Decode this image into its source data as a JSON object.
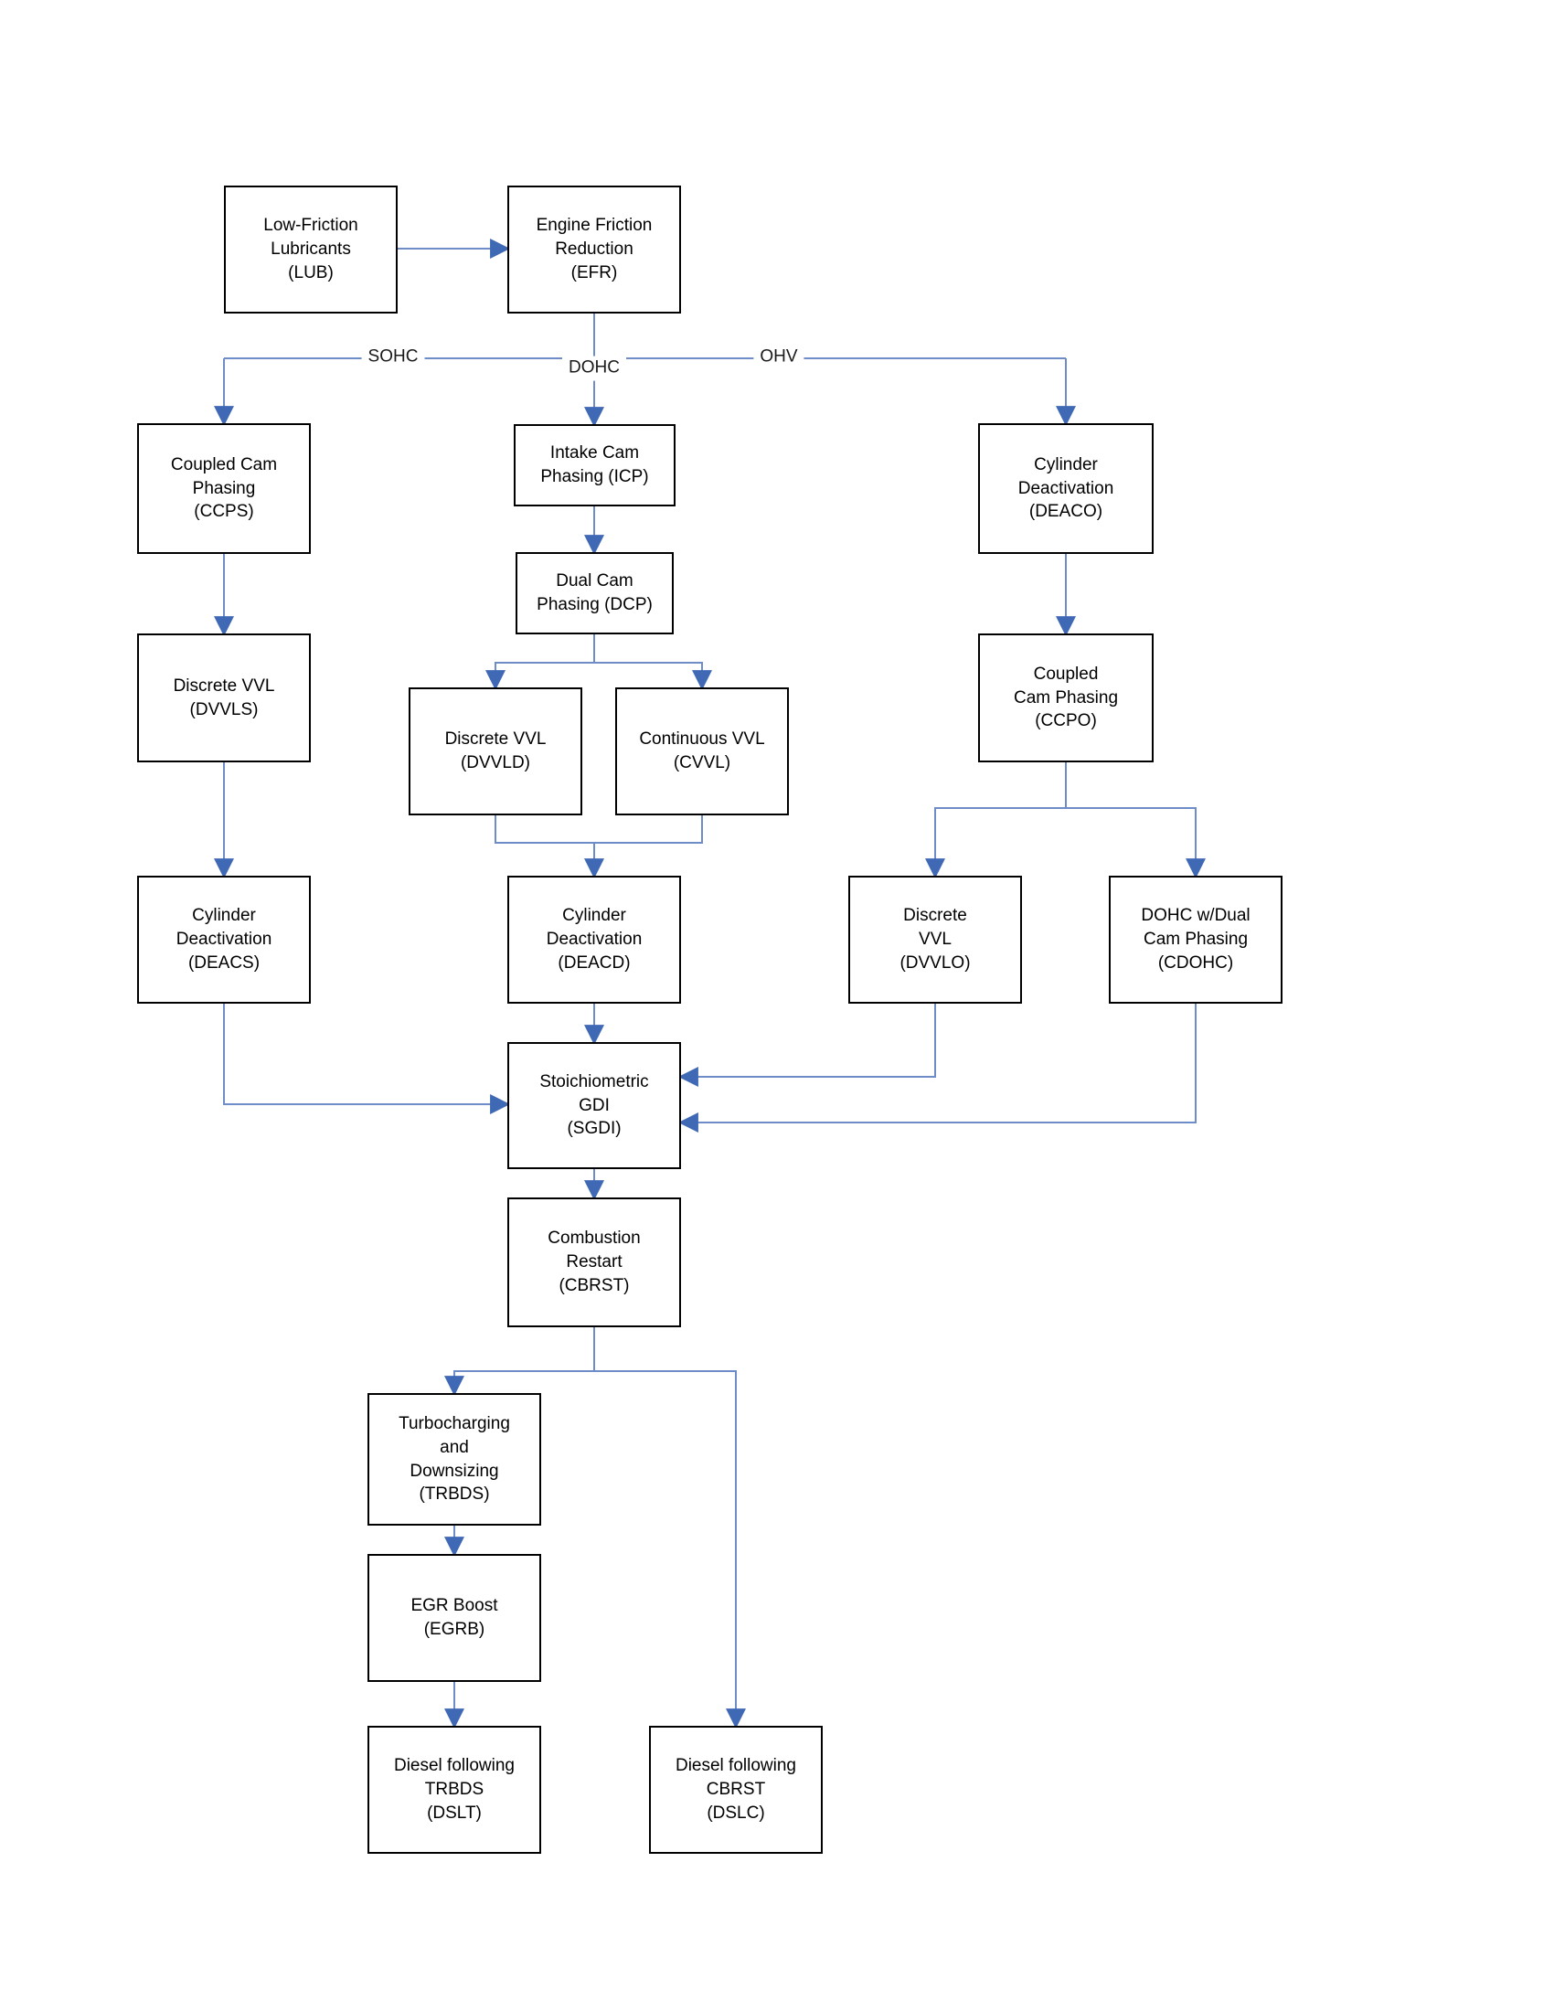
{
  "diagram_title": "",
  "colors": {
    "background": "#ffffff",
    "box_border": "#000000",
    "box_fill": "#ffffff",
    "text": "#000000",
    "connector_line": "#6e8cc8",
    "arrowhead": "#3f68b5"
  },
  "nodes": [
    {
      "id": "lub",
      "label": "Low-Friction\nLubricants\n(LUB)"
    },
    {
      "id": "efr",
      "label": "Engine Friction\nReduction\n(EFR)"
    },
    {
      "id": "ccps",
      "label": "Coupled Cam\nPhasing\n(CCPS)"
    },
    {
      "id": "dvvls",
      "label": "Discrete VVL\n(DVVLS)"
    },
    {
      "id": "deacs",
      "label": "Cylinder\nDeactivation\n(DEACS)"
    },
    {
      "id": "icp",
      "label": "Intake Cam\nPhasing (ICP)"
    },
    {
      "id": "dcp",
      "label": "Dual Cam\nPhasing (DCP)"
    },
    {
      "id": "dvvld",
      "label": "Discrete VVL\n(DVVLD)"
    },
    {
      "id": "cvvl",
      "label": "Continuous VVL\n(CVVL)"
    },
    {
      "id": "deacd",
      "label": "Cylinder\nDeactivation\n(DEACD)"
    },
    {
      "id": "sgdi",
      "label": "Stoichiometric\nGDI\n(SGDI)"
    },
    {
      "id": "cbrst",
      "label": "Combustion\nRestart\n(CBRST)"
    },
    {
      "id": "deaco",
      "label": "Cylinder\nDeactivation\n(DEACO)"
    },
    {
      "id": "ccpo",
      "label": "Coupled\nCam Phasing\n(CCPO)"
    },
    {
      "id": "dvvlo",
      "label": "Discrete\nVVL\n(DVVLO)"
    },
    {
      "id": "cdohc",
      "label": "DOHC w/Dual\nCam Phasing\n(CDOHC)"
    },
    {
      "id": "trbds",
      "label": "Turbocharging\nand\nDownsizing\n(TRBDS)"
    },
    {
      "id": "egrb",
      "label": "EGR Boost\n(EGRB)"
    },
    {
      "id": "dslt",
      "label": "Diesel following\nTRBDS\n(DSLT)"
    },
    {
      "id": "dslc",
      "label": "Diesel following\nCBRST\n(DSLC)"
    }
  ],
  "branch_labels": [
    {
      "id": "sohc",
      "text": "SOHC"
    },
    {
      "id": "dohc",
      "text": "DOHC"
    },
    {
      "id": "ohv",
      "text": "OHV"
    }
  ],
  "edges": [
    {
      "from": "lub",
      "to": "efr"
    },
    {
      "from": "efr",
      "to": "ccps",
      "label": "SOHC"
    },
    {
      "from": "efr",
      "to": "icp",
      "label": "DOHC"
    },
    {
      "from": "efr",
      "to": "deaco",
      "label": "OHV"
    },
    {
      "from": "ccps",
      "to": "dvvls"
    },
    {
      "from": "dvvls",
      "to": "deacs"
    },
    {
      "from": "deacs",
      "to": "sgdi"
    },
    {
      "from": "icp",
      "to": "dcp"
    },
    {
      "from": "dcp",
      "to": "dvvld"
    },
    {
      "from": "dcp",
      "to": "cvvl"
    },
    {
      "from": "dvvld",
      "to": "deacd"
    },
    {
      "from": "cvvl",
      "to": "deacd"
    },
    {
      "from": "deacd",
      "to": "sgdi"
    },
    {
      "from": "sgdi",
      "to": "cbrst"
    },
    {
      "from": "deaco",
      "to": "ccpo"
    },
    {
      "from": "ccpo",
      "to": "dvvlo"
    },
    {
      "from": "ccpo",
      "to": "cdohc"
    },
    {
      "from": "dvvlo",
      "to": "sgdi"
    },
    {
      "from": "cdohc",
      "to": "sgdi"
    },
    {
      "from": "cbrst",
      "to": "trbds"
    },
    {
      "from": "cbrst",
      "to": "dslc"
    },
    {
      "from": "trbds",
      "to": "egrb"
    },
    {
      "from": "egrb",
      "to": "dslt"
    }
  ]
}
